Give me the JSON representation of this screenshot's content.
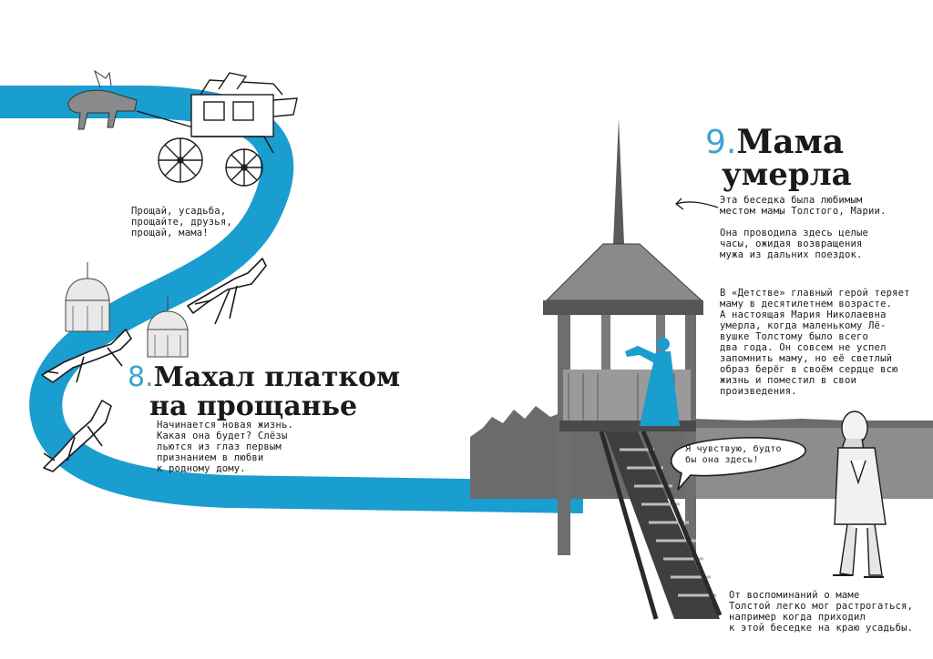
{
  "colors": {
    "river": "#1a9dcf",
    "number_accent": "#3aa6cf",
    "ink": "#1a1a1a",
    "background": "#ffffff"
  },
  "section_8": {
    "number": "8.",
    "title_line1": "Махал платком",
    "title_line2": "на прощанье",
    "body": "Начинается новая жизнь.\nКакая она будет? Слёзы\nльются из глаз первым\nпризнанием в любви\nк родному дому.",
    "farewell": "Прощай, усадьба,\nпрощайте, друзья,\nпрощай, мама!"
  },
  "section_9": {
    "number": "9.",
    "title_line1": "Мама",
    "title_line2": "умерла",
    "para1": "Эта беседка была любимым\nместом мамы Толстого, Марии.",
    "para2": "Она проводила здесь целые\nчасы, ожидая возвращения\nмужа из дальних поездок.",
    "para3": "В «Детстве» главный герой теряет\nмаму в десятилетнем возрасте.\nА настоящая Мария Николаевна\nумерла, когда маленькому Лё-\nвушке Толстому было всего\nдва года. Он совсем не успел\nзапомнить маму, но её светлый\nобраз берёг в своём сердце всю\nжизнь и поместил в свои\nпроизведения.",
    "speech": "Я чувствую, будто\nбы она здесь!",
    "footer": "От воспоминаний о маме\nТолстой легко мог растрогаться,\nнапример когда приходил\nк этой беседке на краю усадьбы."
  },
  "icons": [
    "carriage-icon",
    "horse-icon",
    "dog-icon",
    "gazebo-icon",
    "arrow-icon",
    "tolstoy-figure-icon"
  ]
}
